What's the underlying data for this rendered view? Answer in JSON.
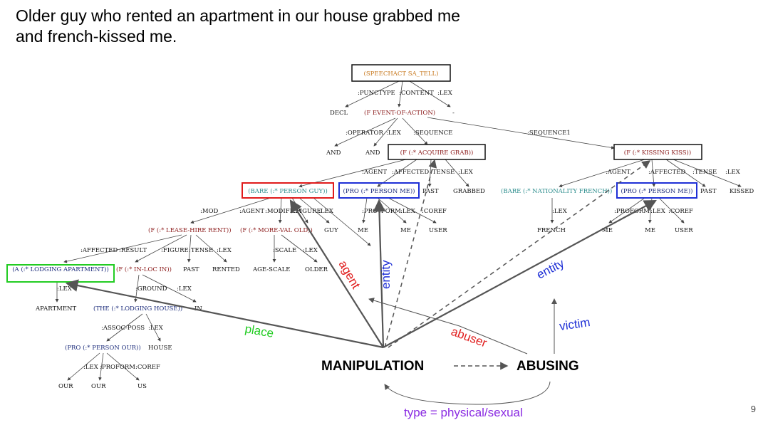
{
  "slide": {
    "title": "Older guy who rented an apartment in our house grabbed me\nand french-kissed me.",
    "page_number": "9"
  },
  "colors": {
    "red": "#e01b1b",
    "green": "#22cc22",
    "blue": "#1e2fd6",
    "purple": "#8a2be2",
    "node_red": "#8b1a1a",
    "node_teal": "#2a8c8c",
    "node_navy": "#1a2a7a",
    "node_orange": "#c87a20"
  },
  "tree": {
    "root": "(SPEECHACT SA_TELL)",
    "root_edges": [
      ":PUNCTYPE",
      ":CONTENT",
      ":LEX"
    ],
    "decl": "DECL",
    "event": "(F EVENT-OF-ACTION)",
    "dash": "-",
    "event_edges": [
      ":OPERATOR",
      ":LEX",
      ":SEQUENCE",
      ":SEQUENCE1"
    ],
    "and1": "AND",
    "and2": "AND",
    "grab": "(F (:* ACQUIRE GRAB))",
    "kiss": "(F (:* KISSING KISS))",
    "grab_edges": [
      ":AGENT",
      ":AFFECTED",
      ":TENSE",
      ":LEX"
    ],
    "kiss_edges": [
      ":AGENT",
      ":AFFECTED",
      ":TENSE",
      ":LEX"
    ],
    "guy": "(BARE (:* PERSON GUY))",
    "pro_me1": "(PRO (:* PERSON ME))",
    "past1": "PAST",
    "grabbed": "GRABBED",
    "french_node": "(BARE (:* NATIONALITY FRENCH))",
    "pro_me2": "(PRO (:* PERSON ME))",
    "past2": "PAST",
    "kissed": "KISSED",
    "guy_edges": [
      ":MOD",
      ":AGENT",
      ":MODIFIER",
      ":FIGURE",
      ":LEX"
    ],
    "me1_edges": [
      ":PRO",
      ":FORM",
      ":LEX",
      ":COREF"
    ],
    "me2_edges": [
      ":PROFORM",
      ":LEX",
      ":COREF"
    ],
    "french_edges": [
      ":LEX"
    ],
    "lease": "(F (:* LEASE-HIRE RENT))",
    "moreval": "(F (:* MORE-VAL OLD))",
    "guy_lex": "GUY",
    "me_a": "ME",
    "me_b": "ME",
    "user1": "USER",
    "french": "FRENCH",
    "me_c": "ME",
    "me_d": "ME",
    "user2": "USER",
    "lease_edges": [
      ":AFFECTED",
      ":RESULT",
      ":FIGURE",
      ":TENSE",
      ":LEX"
    ],
    "moreval_edges": [
      ":SCALE",
      ":LEX"
    ],
    "apartment_node": "(A (:* LODGING APARTMENT))",
    "inloc": "(F (:* IN-LOC IN))",
    "past3": "PAST",
    "rented": "RENTED",
    "agescale": "AGE-SCALE",
    "older": "OLDER",
    "apt_edges": [
      ":LEX"
    ],
    "inloc_edges": [
      ":GROUND",
      ":LEX"
    ],
    "apartment": "APARTMENT",
    "house_node": "(THE (:* LODGING HOUSE))",
    "in": "IN",
    "house_edges": [
      ":ASSOC-POSS",
      ":LEX"
    ],
    "pro_our": "(PRO (:* PERSON OUR))",
    "house": "HOUSE",
    "our_edges": [
      ":LEX",
      ":PROFORM",
      ":COREF"
    ],
    "our1": "OUR",
    "our2": "OUR",
    "us": "US"
  },
  "overlay": {
    "manipulation": "MANIPULATION",
    "abusing": "ABUSING",
    "agent": "agent",
    "entity1": "entity",
    "entity2": "entity",
    "place": "place",
    "abuser": "abuser",
    "victim": "victim",
    "type": "type = physical/sexual"
  }
}
